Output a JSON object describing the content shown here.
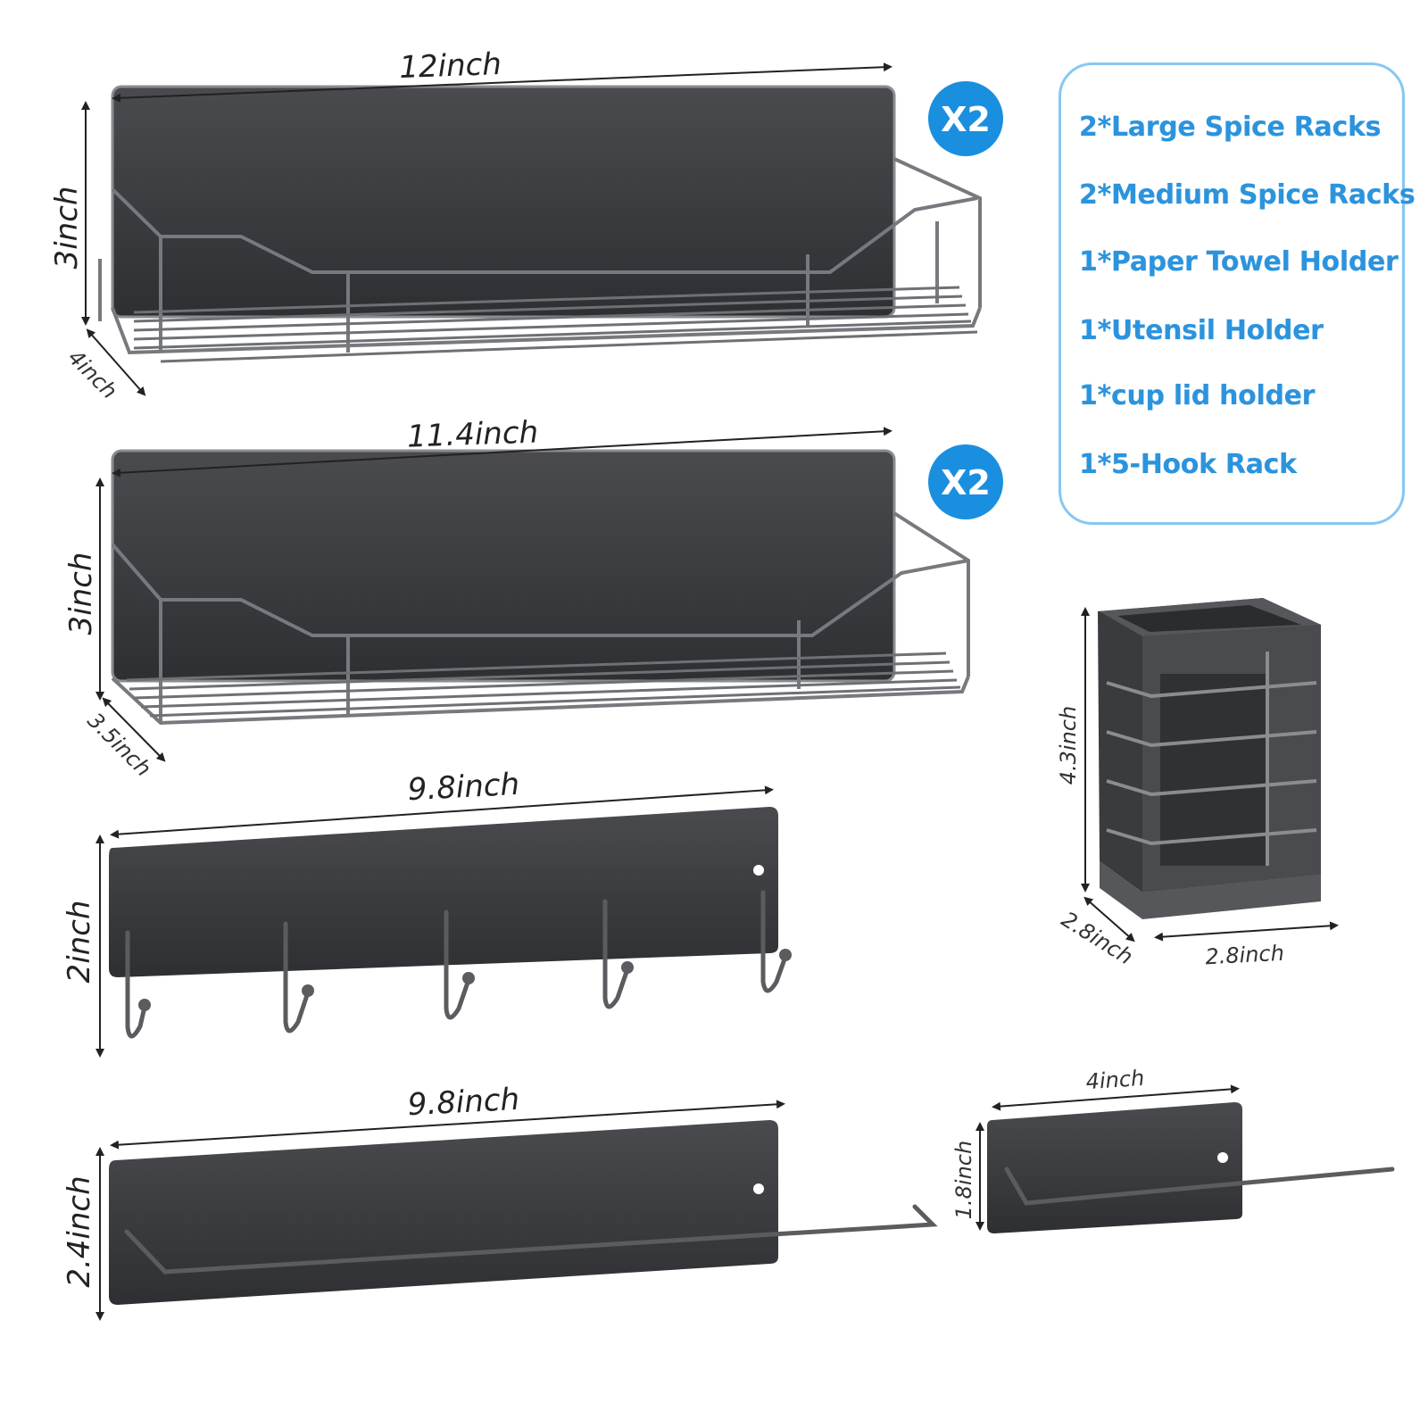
{
  "badges": {
    "large": "X2",
    "medium": "X2"
  },
  "dimensions": {
    "large_rack": {
      "width": "12inch",
      "height": "3inch",
      "depth": "4inch"
    },
    "medium_rack": {
      "width": "11.4inch",
      "height": "3inch",
      "depth": "3.5inch"
    },
    "hook_rack": {
      "width": "9.8inch",
      "height": "2inch"
    },
    "paper_towel_holder": {
      "width": "9.8inch",
      "height": "2.4inch"
    },
    "cup_lid_holder": {
      "width": "4inch",
      "height": "1.8inch"
    },
    "utensil_holder": {
      "height": "4.3inch",
      "depth": "2.8inch",
      "width": "2.8inch"
    }
  },
  "contents": [
    "2*Large Spice Racks",
    "2*Medium Spice Racks",
    "1*Paper Towel Holder",
    "1*Utensil Holder",
    "1*cup lid holder",
    "1*5-Hook Rack"
  ],
  "colors": {
    "accent": "#2c93dc",
    "badge": "#1a8fe0",
    "panel": "#3a3b3e",
    "wire": "#6e7075"
  }
}
